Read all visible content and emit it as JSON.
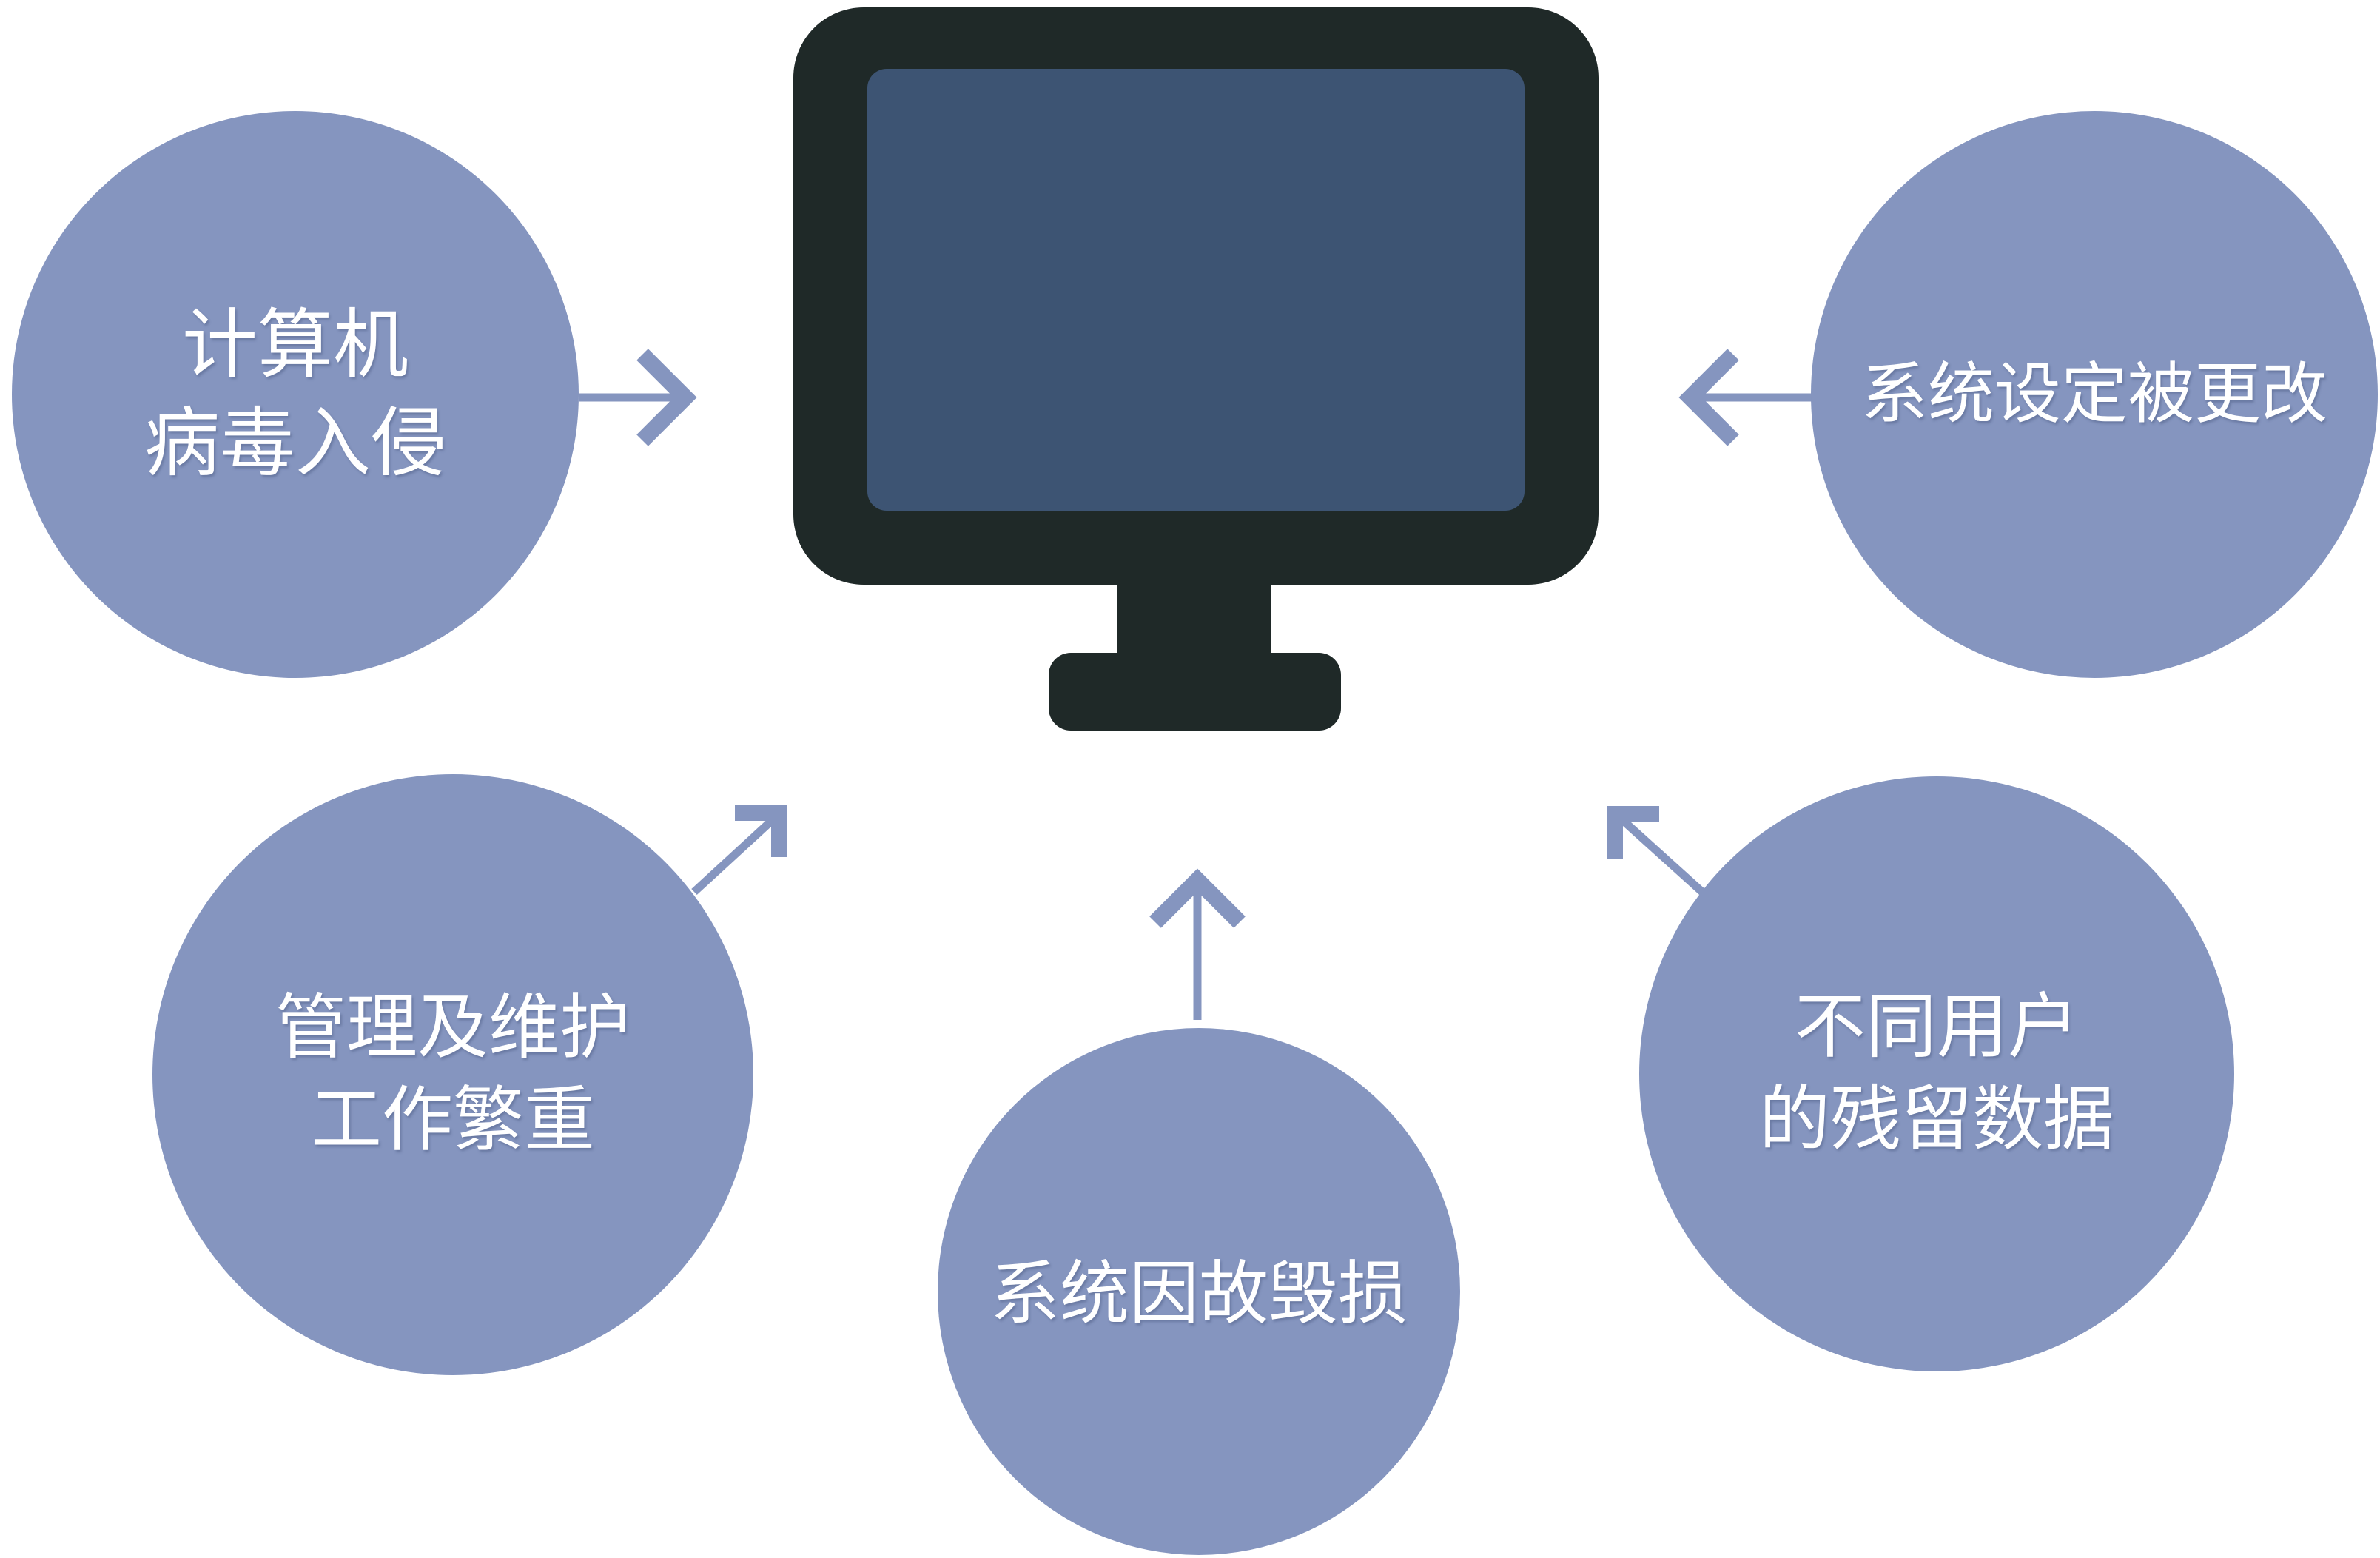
{
  "diagram": {
    "title": "",
    "center_icon": "monitor-icon",
    "colors": {
      "background": "#FFFFFF",
      "circle_fill": "#8595BF",
      "arrow": "#8595BF",
      "monitor_bezel": "#1F2928",
      "monitor_screen": "#3D5473",
      "label_text": "#FFFFFF"
    },
    "nodes": [
      {
        "id": "virus",
        "position": "top-left",
        "lines": [
          "计算机",
          "病毒入侵"
        ]
      },
      {
        "id": "settings",
        "position": "top-right",
        "lines": [
          "系统设定被更改"
        ]
      },
      {
        "id": "maintenance",
        "position": "bottom-left",
        "lines": [
          "管理及维护",
          "工作繁重"
        ]
      },
      {
        "id": "damage",
        "position": "bottom-center",
        "lines": [
          "系统因故毁损"
        ]
      },
      {
        "id": "residual",
        "position": "bottom-right",
        "lines": [
          "不同用户",
          "的残留数据"
        ]
      }
    ]
  }
}
